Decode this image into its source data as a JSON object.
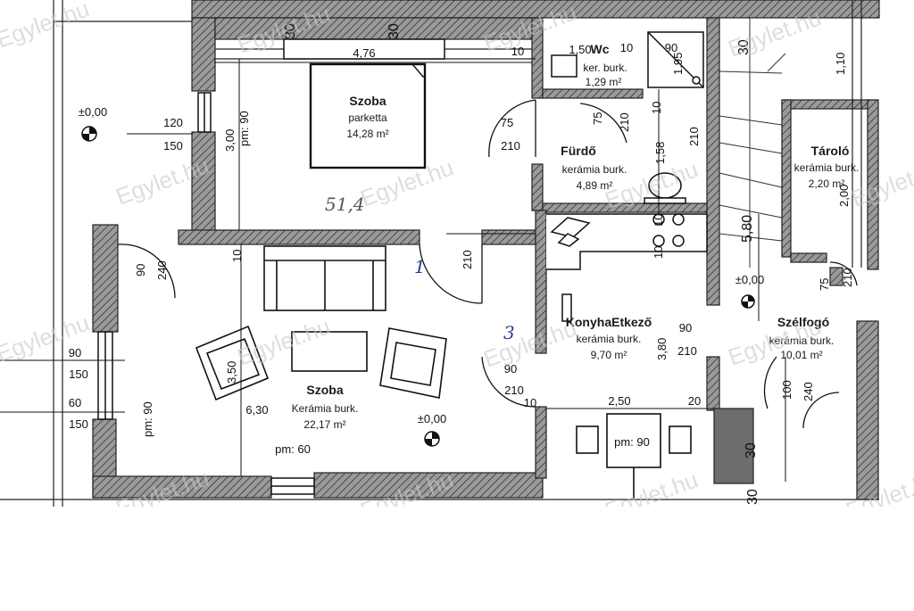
{
  "rooms": {
    "szoba1": {
      "name": "Szoba",
      "finish": "parketta",
      "area": "14,28 m²"
    },
    "wc": {
      "name": "Wc",
      "finish": "ker. burk.",
      "area": "1,29 m²"
    },
    "furdo": {
      "name": "Fürdő",
      "finish": "kerámia burk.",
      "area": "4,89 m²"
    },
    "tarolo": {
      "name": "Tároló",
      "finish": "kerámia burk.",
      "area": "2,20 m²"
    },
    "szoba2": {
      "name": "Szoba",
      "finish": "Kerámia burk.",
      "area": "22,17 m²"
    },
    "konyha": {
      "name": "KonyhaEtkező",
      "finish": "kerámia burk.",
      "area": "9,70 m²"
    },
    "szelfogo": {
      "name": "Szélfogó",
      "finish": "kerámia burk.",
      "area": "10,01 m²"
    }
  },
  "levels": {
    "a": "±0,00",
    "b": "±0,00",
    "c": "±0,00"
  },
  "dims": {
    "d476": "4,76",
    "d10a": "10",
    "d150a": "1,50",
    "d10b": "10",
    "d90a": "90",
    "d195": "1,95",
    "d30a": "30",
    "d30b": "30",
    "d30c": "30",
    "d110": "1,10",
    "d120": "120",
    "d150b": "150",
    "d300": "3,00",
    "pm90a": "pm: 90",
    "d75a": "75",
    "d210a": "210",
    "d75b": "75",
    "d210b": "210",
    "d10c": "10",
    "d158": "1,58",
    "d210c": "210",
    "d10d": "10",
    "d10e": "10",
    "d90b": "90",
    "d240a": "240",
    "d10f": "10",
    "d210d": "210",
    "d580": "5,80",
    "d75c": "75",
    "d210e": "210",
    "d200": "2,00",
    "d90c": "90",
    "d150c": "150",
    "d60": "60",
    "d150d": "150",
    "d350": "3,50",
    "pm90b": "pm: 90",
    "d630": "6,30",
    "d90d": "90",
    "d210f": "210",
    "d10g": "10",
    "d250": "2,50",
    "d20": "20",
    "d90e": "90",
    "d210g": "210",
    "d380": "3,80",
    "pm90c": "pm: 90",
    "pm60": "pm: 60",
    "d100": "100",
    "d240b": "240",
    "d30d": "30",
    "d30e": "30"
  },
  "handwriting": {
    "h1": "51,4",
    "h2": "1",
    "h3": "3"
  },
  "watermark": "Egylet.hu",
  "colors": {
    "wall": "#8a8a8a",
    "wallEdge": "#222222",
    "ink": "#111111",
    "pen": "#2b3a8f"
  }
}
